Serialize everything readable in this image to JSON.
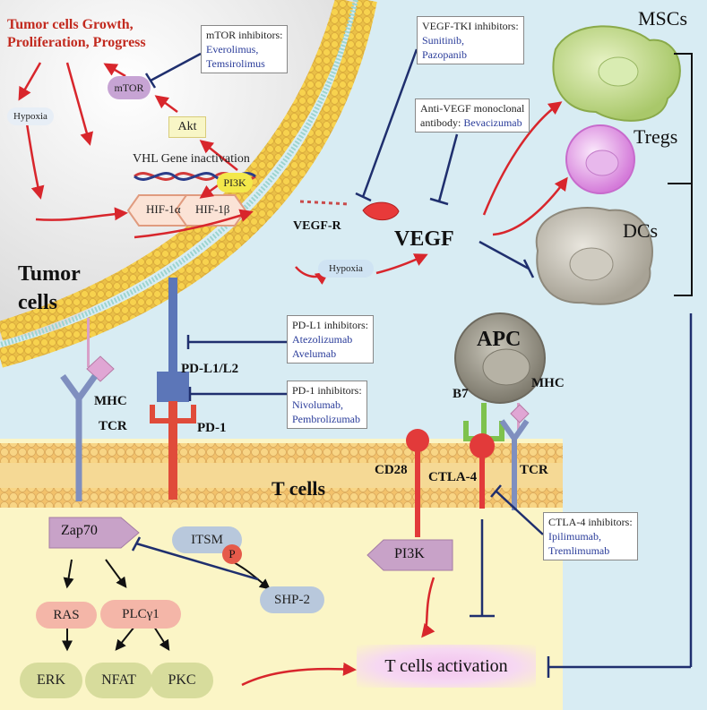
{
  "tumor_growth": {
    "line1": "Tumor cells  Growth,",
    "line2": "Proliferation, Progress"
  },
  "nodes": {
    "hypoxia_top": "Hypoxia",
    "vhl": "VHL Gene inactivation",
    "hif1a": "HIF-1α",
    "hif1b": "HIF-1β",
    "mtor": "mTOR",
    "akt": "Akt",
    "pi3k_top": "PI3K",
    "vegfr": "VEGF-R",
    "vegf": "VEGF",
    "hypoxia_mid": "Hypoxia",
    "tumor_cells_1": "Tumor",
    "tumor_cells_2": "cells",
    "pdl1l2": "PD-L1/L2",
    "pd1": "PD-1",
    "mhc_left": "MHC",
    "tcr_left": "TCR",
    "apc": "APC",
    "b7": "B7",
    "mhc_right": "MHC",
    "cd28": "CD28",
    "ctla4": "CTLA-4",
    "tcr_right": "TCR",
    "t_cells": "T cells",
    "zap70": "Zap70",
    "itsm": "ITSM",
    "p": "P",
    "shp2": "SHP-2",
    "pi3k_bottom": "PI3K",
    "ras": "RAS",
    "plcg1": "PLCγ1",
    "erk": "ERK",
    "nfat": "NFAT",
    "pkc": "PKC",
    "t_activation": "T cells activation",
    "mscs": "MSCs",
    "tregs": "Tregs",
    "dcs": "DCs"
  },
  "drug_boxes": {
    "mtor": {
      "title": "mTOR inhibitors:",
      "drugs": [
        "Everolimus,",
        "Temsirolimus"
      ]
    },
    "vegf_tki": {
      "title": "VEGF-TKI inhibitors:",
      "drugs": [
        "Sunitinib,",
        "Pazopanib"
      ]
    },
    "anti_vegf": {
      "title": "Anti-VEGF monoclonal",
      "title2": "antibody:",
      "drugs": [
        "Bevacizumab"
      ]
    },
    "pdl1": {
      "title": "PD-L1 inhibitors:",
      "drugs": [
        "Atezolizumab",
        "Avelumab"
      ]
    },
    "pd1": {
      "title": "PD-1 inhibitors:",
      "drugs": [
        "Nivolumab,",
        "Pembrolizumab"
      ]
    },
    "ctla4": {
      "title": "CTLA-4 inhibitors:",
      "drugs": [
        "Ipilimumab,",
        "Tremlimumab"
      ]
    }
  },
  "colors": {
    "arrow_red": "#d8262c",
    "inhibit_blue": "#1f2f6e",
    "drug_blue": "#2a3c9a",
    "membrane_yellow": "#f3c33a",
    "bg_blue": "#d8ecf3",
    "bg_yellow": "#fbf5c6"
  }
}
